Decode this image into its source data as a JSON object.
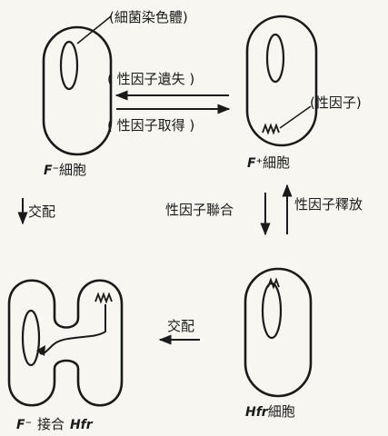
{
  "labels": {
    "bacterial_chromosome": "(細菌染色體)",
    "sex_factor_loss": "( 性因子遺失 )",
    "sex_factor_gain": "( 性因子取得 )",
    "sex_factor": "(性因子)",
    "f_minus_prefix": "F⁻",
    "f_minus_cell": "細胞",
    "f_plus_prefix": "F⁺",
    "f_plus_cell": "細胞",
    "conjugation": "交配",
    "integration": "性因子聯合",
    "release": "性因子釋放",
    "conjugation_mid": "交配",
    "conjugate_left": "F⁻",
    "conjugate_word": "接合",
    "conjugate_right": "Hfr",
    "hfr_prefix": "Hfr",
    "hfr_cell": "細胞"
  },
  "colors": {
    "ink": "#1a1a1a",
    "paper": "#f7f6f1"
  }
}
